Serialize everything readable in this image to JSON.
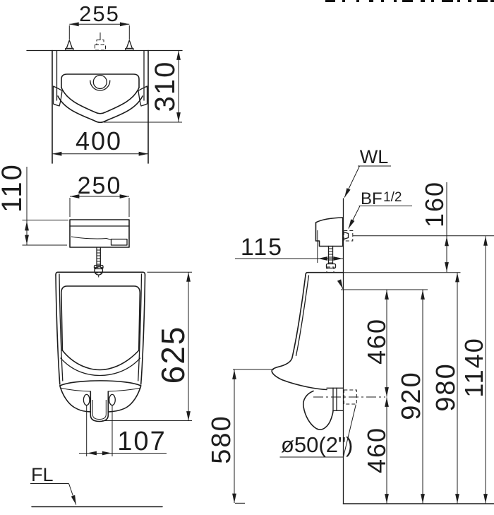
{
  "drawing": {
    "background": "#ffffff",
    "line_color": "#1d1d1d",
    "views": {
      "top_view": {
        "dims": {
          "mount_spacing": "255",
          "depth": "310",
          "width": "400"
        }
      },
      "flush_valve_front": {
        "dims": {
          "valve_height": "110",
          "valve_width": "250"
        }
      },
      "front_view": {
        "dims": {
          "body_height": "625",
          "hole_spacing": "107"
        }
      },
      "side_view": {
        "labels": {
          "wall_line": "WL",
          "inlet_type": "BF",
          "inlet_size": "1/2",
          "outlet_diameter": "ø50(2\")",
          "floor_line": "FL"
        },
        "dims": {
          "inlet_above_rim": "160",
          "valve_to_wall": "115",
          "rim_to_outlet": "460",
          "outlet_to_floor": "460",
          "fixing_hole_height": "920",
          "rim_height": "980",
          "inlet_height": "1140",
          "lip_height": "580"
        }
      }
    }
  }
}
